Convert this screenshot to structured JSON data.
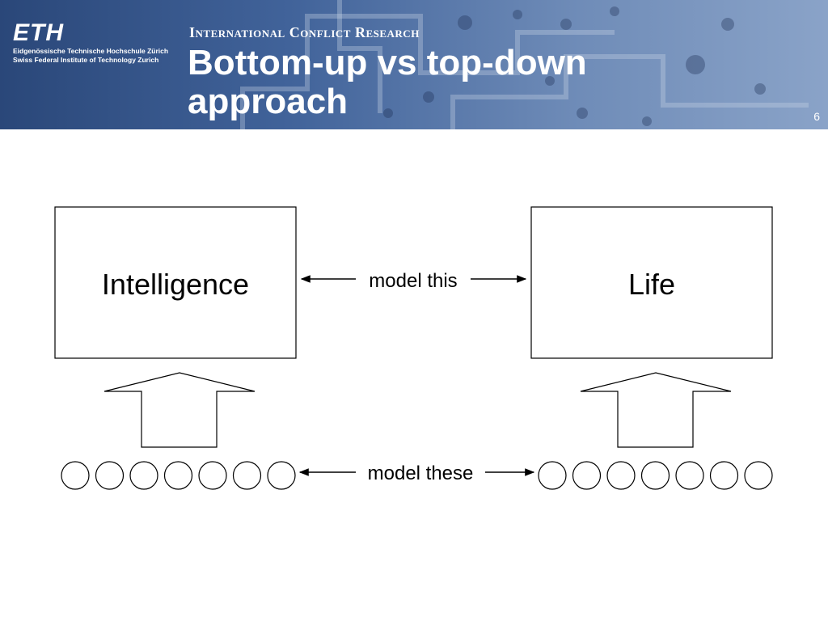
{
  "header": {
    "logo": "ETH",
    "institution_line1": "Eidgenössische Technische Hochschule Zürich",
    "institution_line2": "Swiss Federal Institute of Technology Zurich",
    "subtitle": "International Conflict Research",
    "title": "Bottom-up vs top-down approach",
    "slide_number": "6",
    "colors": {
      "banner": "#3d5c91",
      "text": "#ffffff"
    }
  },
  "diagram": {
    "left_box": {
      "label": "Intelligence"
    },
    "right_box": {
      "label": "Life"
    },
    "top_connector": {
      "label": "model this"
    },
    "bottom_connector": {
      "label": "model these"
    },
    "left_circles": 7,
    "right_circles": 7
  }
}
